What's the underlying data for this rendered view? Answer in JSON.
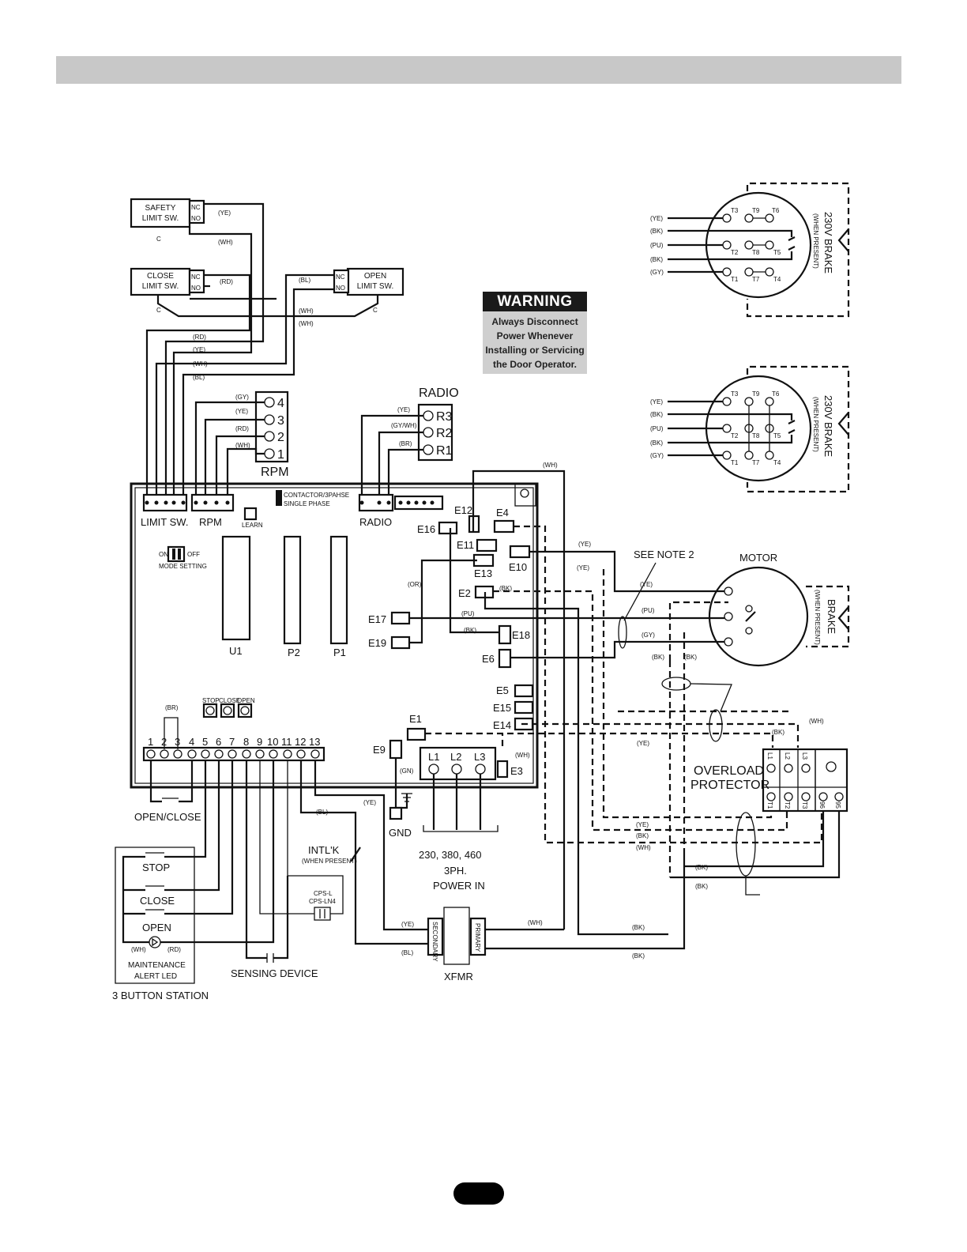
{
  "warning": {
    "title": "WARNING",
    "lines": [
      "Always Disconnect",
      "Power Whenever",
      "Installing or Servicing",
      "the Door Operator."
    ]
  },
  "switches": {
    "safety": [
      "SAFETY",
      "LIMIT SW."
    ],
    "close": [
      "CLOSE",
      "LIMIT SW."
    ],
    "open": [
      "OPEN",
      "LIMIT SW."
    ],
    "nc": "NC",
    "no": "NO",
    "c": "C"
  },
  "wire_colors": {
    "ye": "(YE)",
    "wh": "(WH)",
    "rd": "(RD)",
    "bl": "(BL)",
    "gy": "(GY)",
    "bk": "(BK)",
    "pu": "(PU)",
    "br": "(BR)",
    "gn": "(GN)",
    "or": "(OR)",
    "gywh": "(GY/WH)"
  },
  "rpm": {
    "title": "RPM",
    "pins": [
      "4",
      "3",
      "2",
      "1"
    ]
  },
  "radio": {
    "title": "RADIO",
    "pins": [
      "R3",
      "R2",
      "R1"
    ]
  },
  "board": {
    "connectors": {
      "limit": "LIMIT SW.",
      "rpm": "RPM",
      "radio": "RADIO"
    },
    "jumper": [
      "CONTACTOR/3PAHSE",
      "SINGLE PHASE"
    ],
    "learn": "LEARN",
    "mode": {
      "on": "ON",
      "off": "OFF",
      "label": "MODE SETTING"
    },
    "chips": {
      "u1": "U1",
      "p2": "P2",
      "p1": "P1"
    },
    "buttons": [
      "STOP",
      "CLOSE",
      "OPEN"
    ],
    "terminals": [
      "1",
      "2",
      "3",
      "4",
      "5",
      "6",
      "7",
      "8",
      "9",
      "10",
      "11",
      "12",
      "13"
    ],
    "pins": {
      "e1": "E1",
      "e2": "E2",
      "e3": "E3",
      "e4": "E4",
      "e5": "E5",
      "e6": "E6",
      "e9": "E9",
      "e10": "E10",
      "e11": "E11",
      "e12": "E12",
      "e13": "E13",
      "e14": "E14",
      "e15": "E15",
      "e16": "E16",
      "e17": "E17",
      "e18": "E18",
      "e19": "E19"
    },
    "power": [
      "L1",
      "L2",
      "L3"
    ]
  },
  "motor_terms": {
    "t1": "T1",
    "t2": "T2",
    "t3": "T3",
    "t4": "T4",
    "t5": "T5",
    "t6": "T6",
    "t7": "T7",
    "t8": "T8",
    "t9": "T9"
  },
  "brake": {
    "label": "230V BRAKE",
    "when": "(WHEN PRESENT)",
    "brake_short": "BRAKE"
  },
  "motor": {
    "label": "MOTOR",
    "note": "SEE NOTE 2"
  },
  "overload": {
    "lines": [
      "OVERLOAD",
      "PROTECTOR"
    ],
    "top": [
      "L1",
      "L2",
      "L3"
    ],
    "bottom": [
      "T1",
      "T2",
      "T3",
      "96",
      "95"
    ]
  },
  "gnd": "GND",
  "power_in": [
    "230, 380, 460",
    "3PH.",
    "POWER IN"
  ],
  "xfmr": {
    "label": "XFMR",
    "secondary": "SECONDARY",
    "primary": "PRIMARY"
  },
  "intlk": {
    "label": "INTL'K",
    "when": "(WHEN PRESENT)"
  },
  "cps": [
    "CPS-L",
    "CPS-LN4"
  ],
  "station": {
    "open_close": "OPEN/CLOSE",
    "stop": "STOP",
    "close": "CLOSE",
    "open": "OPEN",
    "led": [
      "MAINTENANCE",
      "ALERT LED"
    ],
    "title": "3 BUTTON STATION"
  },
  "sensing": "SENSING DEVICE"
}
